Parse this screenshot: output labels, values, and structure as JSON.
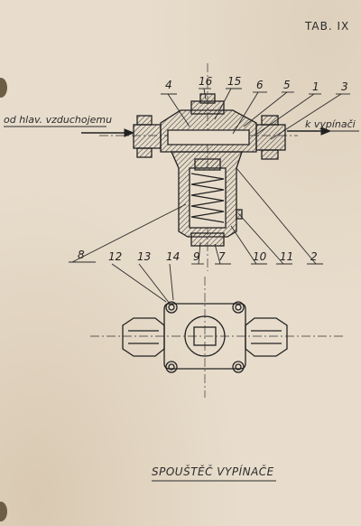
{
  "page": {
    "tab_label": "TAB. IX",
    "title": "SPOUŠTĚČ  VYPÍNAČE"
  },
  "arrows": {
    "inlet_label": "od hlav. vzduchojemu",
    "outlet_label": "k vypínači"
  },
  "callouts": {
    "top": [
      "4",
      "16",
      "15",
      "6",
      "5",
      "1",
      "3"
    ],
    "bottom": [
      "8",
      "9",
      "7",
      "10",
      "11",
      "2"
    ],
    "plan": [
      "12",
      "13",
      "14"
    ]
  }
}
